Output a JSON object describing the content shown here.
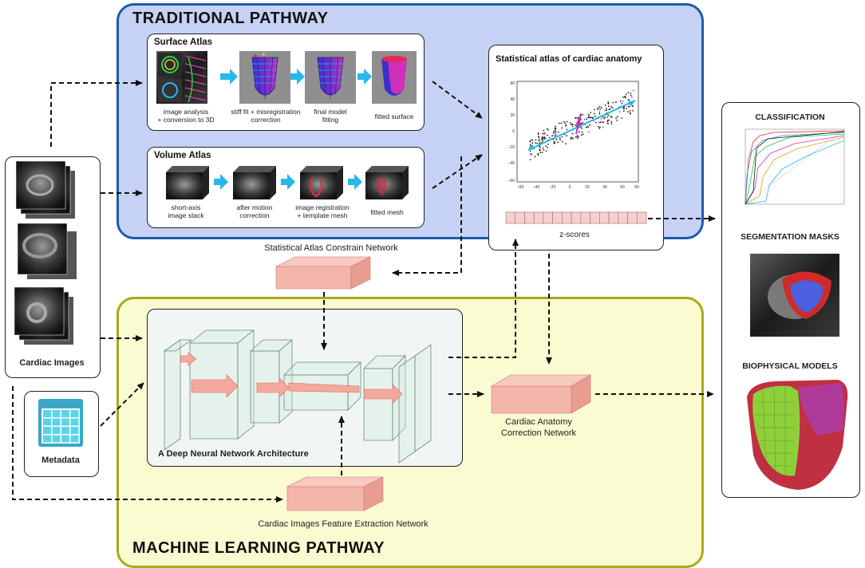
{
  "traditional": {
    "title": "TRADITIONAL PATHWAY",
    "surface_atlas": {
      "title": "Surface Atlas",
      "steps": [
        {
          "caption": "image analysis\n+ conversion to 3D",
          "icon": "mri-surface-icon"
        },
        {
          "caption": "stiff fit + misregistration\ncorrection",
          "icon": "mesh-stiff-fit-icon"
        },
        {
          "caption": "final model\nfitting",
          "icon": "mesh-final-fit-icon"
        },
        {
          "caption": "fitted surface",
          "icon": "fitted-surface-icon"
        }
      ]
    },
    "volume_atlas": {
      "title": "Volume Atlas",
      "steps": [
        {
          "caption": "short-axis\nimage stack",
          "icon": "image-stack-icon"
        },
        {
          "caption": "after motion\ncorrection",
          "icon": "motion-corrected-stack-icon"
        },
        {
          "caption": "image registration\n+ template mesh",
          "icon": "registered-stack-icon"
        },
        {
          "caption": "fitted mesh",
          "icon": "fitted-mesh-stack-icon"
        }
      ]
    },
    "statistical_atlas": {
      "title": "Statistical atlas of cardiac anatomy",
      "zscores_label": "z-scores",
      "zscore_cells": 15
    }
  },
  "machine_learning": {
    "title": "MACHINE LEARNING PATHWAY",
    "dnn_label": "A Deep Neural Network Architecture",
    "constrain_network": "Statistical Atlas Constrain Network",
    "correction_network": "Cardiac Anatomy\nCorrection Network",
    "feature_network": "Cardiac Images Feature Extraction Network"
  },
  "inputs": {
    "cardiac_images": "Cardiac Images",
    "metadata": "Metadata"
  },
  "outputs": {
    "classification": "CLASSIFICATION",
    "segmentation": "SEGMENTATION MASKS",
    "biophysical": "BIOPHYSICAL MODELS"
  },
  "colors": {
    "traditional_bg": "#c6d2f5",
    "traditional_border": "#1f5aa6",
    "ml_bg": "#fbfbd2",
    "ml_border": "#a9aa18",
    "network_box": "#f4b6aa",
    "arrow_cyan": "#27b7ea",
    "metadata_icon": "#3aa6c8"
  }
}
